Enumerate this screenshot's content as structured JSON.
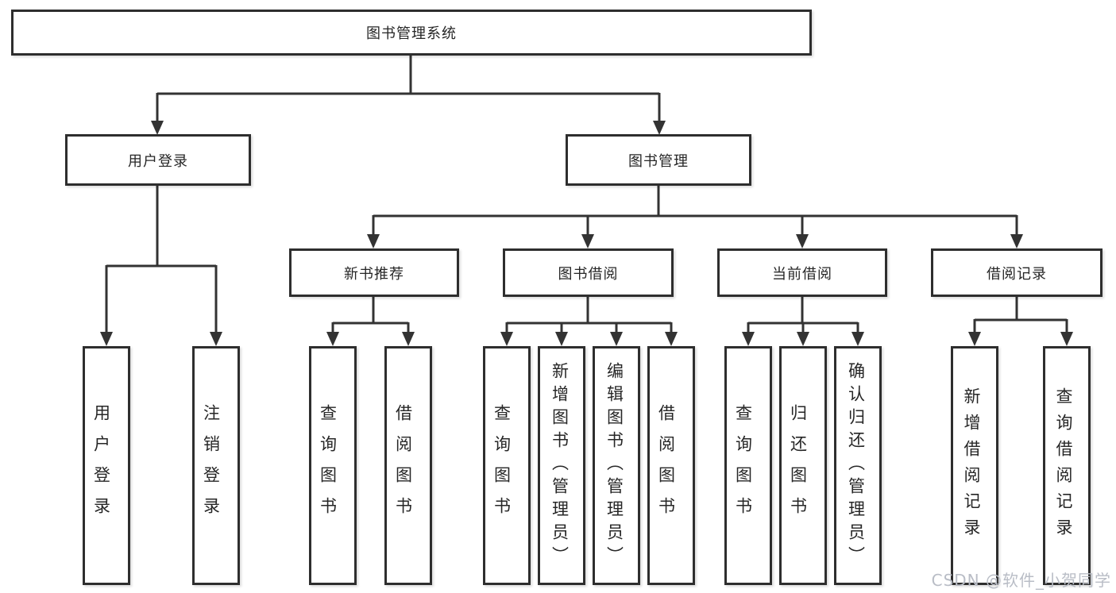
{
  "diagram": {
    "title": "图书管理系统",
    "branches": {
      "user": {
        "label": "用户登录",
        "children": [
          {
            "label": "用户登录"
          },
          {
            "label": "注销登录"
          }
        ]
      },
      "books": {
        "label": "图书管理",
        "sections": [
          {
            "label": "新书推荐",
            "children": [
              {
                "label": "查询图书"
              },
              {
                "label": "借阅图书"
              }
            ]
          },
          {
            "label": "图书借阅",
            "children": [
              {
                "label": "查询图书"
              },
              {
                "label": "新增图书（管理员）"
              },
              {
                "label": "编辑图书（管理员）"
              },
              {
                "label": "借阅图书"
              }
            ]
          },
          {
            "label": "当前借阅",
            "children": [
              {
                "label": "查询图书"
              },
              {
                "label": "归还图书"
              },
              {
                "label": "确认归还（管理员）"
              }
            ]
          },
          {
            "label": "借阅记录",
            "children": [
              {
                "label": "新增借阅记录"
              },
              {
                "label": "查询借阅记录"
              }
            ]
          }
        ]
      }
    },
    "line_color": "#333333",
    "border_color": "#2e2e2e",
    "background": "#ffffff"
  },
  "watermark": {
    "text": "CSDN @软件_小贺同学",
    "color": "#b9bdc6"
  }
}
